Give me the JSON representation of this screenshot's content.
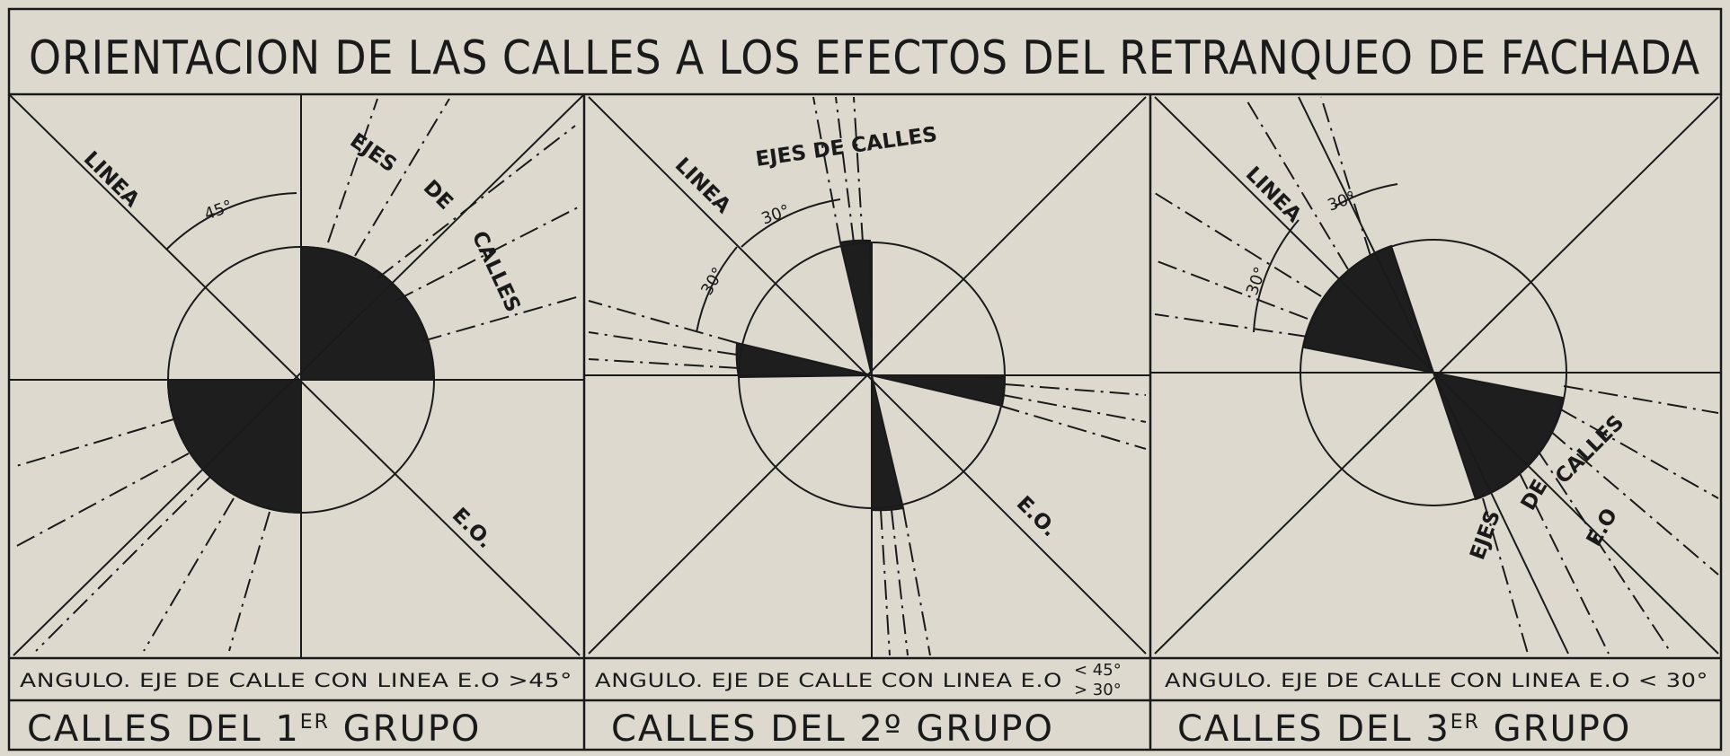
{
  "title": "ORIENTACION  DE LAS CALLES A LOS EFECTOS DEL RETRANQUEO DE FACHADA",
  "panels": [
    {
      "linea": "LINEA",
      "angle_label": "45°",
      "ejes_1": "EJES",
      "ejes_2": "DE",
      "ejes_3": "CALLES",
      "eo": "E.O.",
      "caption": "ANGULO. EJE DE CALLE CON LINEA E.O >45°",
      "group_prefix": "CALLES  DEL  1",
      "group_sup": "ER",
      "group_suffix": " GRUPO"
    },
    {
      "linea": "LINEA",
      "angle_label_1": "30°",
      "angle_label_2": "30°",
      "ejes": "EJES DE CALLES",
      "eo": "E.O.",
      "caption": "ANGULO. EJE DE CALLE CON LINEA E.O",
      "caption_top": "< 45°",
      "caption_bottom": "> 30°",
      "group": "CALLES  DEL  2º  GRUPO"
    },
    {
      "linea": "LINEA",
      "angle_label_1": "30°",
      "angle_label_2": "30°",
      "ejes_1": "EJES",
      "ejes_2": "DE",
      "ejes_3": "CALLES",
      "eo": "E.O",
      "caption": "ANGULO. EJE DE CALLE CON LINEA E.O < 30°",
      "group_prefix": "CALLES  DEL  3",
      "group_sup": "ER",
      "group_suffix": " GRUPO"
    }
  ]
}
